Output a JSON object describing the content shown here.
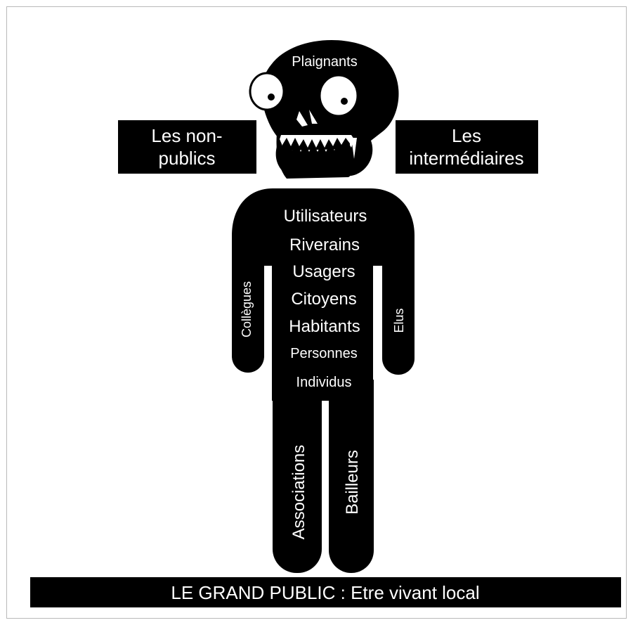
{
  "figure": {
    "head_label": "Plaignants",
    "left_box": {
      "line1": "Les non-",
      "line2": "publics"
    },
    "right_box": {
      "line1": "Les",
      "line2": "intermédiaires"
    },
    "torso_labels": [
      "Utilisateurs",
      "Riverains",
      "Usagers",
      "Citoyens",
      "Habitants",
      "Personnes",
      "Individus"
    ],
    "left_arm_label": "Collègues",
    "right_arm_label": "Elus",
    "left_leg_label": "Associations",
    "right_leg_label": "Bailleurs",
    "banner": "LE GRAND PUBLIC : Etre vivant local"
  },
  "colors": {
    "figure": "#000000",
    "text": "#ffffff",
    "background": "#ffffff",
    "frame": "#b9b9b9"
  }
}
